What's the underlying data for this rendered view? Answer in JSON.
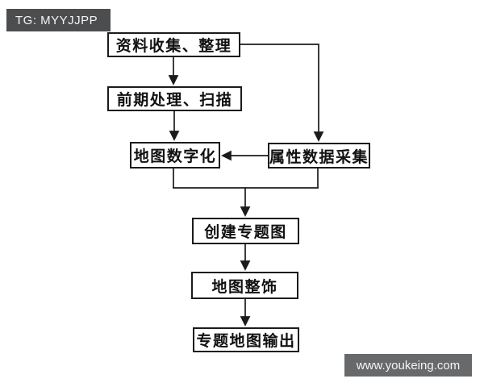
{
  "watermarks": {
    "top_left": "TG: MYYJJPP",
    "bottom_right": "www.youkeing.com"
  },
  "colors": {
    "background": "#ffffff",
    "line": "#1b1b1b",
    "box_border": "#1b1b1b",
    "box_fill": "#ffffff",
    "top_tag_bg": "#4b4d4f",
    "bottom_tag_bg": "#67696b",
    "tag_text": "#f5f5f5"
  },
  "flowchart": {
    "title": "",
    "nodes": [
      {
        "id": "collect",
        "label": "资料收集、整理"
      },
      {
        "id": "preprocess",
        "label": "前期处理、扫描"
      },
      {
        "id": "digitize",
        "label": "地图数字化"
      },
      {
        "id": "attribute",
        "label": "属性数据采集"
      },
      {
        "id": "thematic",
        "label": "创建专题图"
      },
      {
        "id": "decorate",
        "label": "地图整饰"
      },
      {
        "id": "output",
        "label": "专题地图输出"
      }
    ],
    "edges": [
      {
        "from": "collect",
        "to": "preprocess",
        "style": "arrow-down"
      },
      {
        "from": "collect",
        "to": "attribute",
        "style": "elbow-right-down-arrow"
      },
      {
        "from": "preprocess",
        "to": "digitize",
        "style": "arrow-down"
      },
      {
        "from": "attribute",
        "to": "digitize",
        "style": "arrow-left"
      },
      {
        "from": "digitize",
        "to": "thematic",
        "style": "merge-down-arrow"
      },
      {
        "from": "attribute",
        "to": "thematic",
        "style": "merge-down-arrow"
      },
      {
        "from": "thematic",
        "to": "decorate",
        "style": "arrow-down"
      },
      {
        "from": "decorate",
        "to": "output",
        "style": "arrow-down"
      }
    ]
  }
}
